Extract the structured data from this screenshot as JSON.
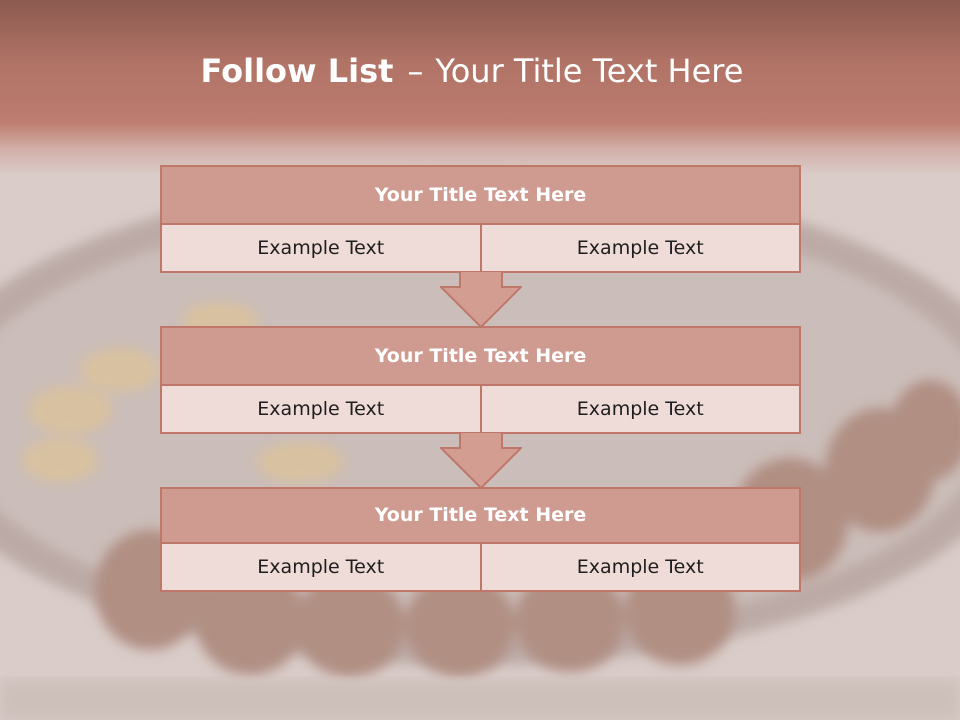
{
  "slide": {
    "title_bold": "Follow List",
    "title_separator": "–",
    "title_rest": "Your Title Text Here"
  },
  "steps": [
    {
      "title": "Your Title Text Here",
      "left": "Example Text",
      "right": "Example Text"
    },
    {
      "title": "Your Title Text Here",
      "left": "Example Text",
      "right": "Example Text"
    },
    {
      "title": "Your Title Text Here",
      "left": "Example Text",
      "right": "Example Text"
    }
  ],
  "colors": {
    "header": "#b07366",
    "title_fill": "#cf9a8f",
    "border": "#bf7769",
    "cell_fill": "#efdbd7",
    "arrow_fill": "#d49d92"
  }
}
